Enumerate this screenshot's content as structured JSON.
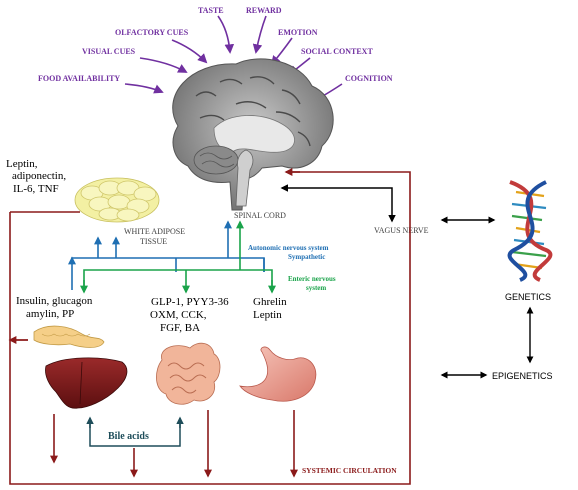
{
  "cues": {
    "taste": "TASTE",
    "reward": "REWARD",
    "olfactory": "OLFACTORY CUES",
    "emotion": "EMOTION",
    "visual": "VISUAL CUES",
    "social": "SOCIAL CONTEXT",
    "food": "FOOD AVAILABILITY",
    "cognition": "COGNITION"
  },
  "labels": {
    "spinal_cord": "SPINAL CORD",
    "vagus_nerve": "VAGUS NERVE",
    "white_adipose_1": "WHITE ADIPOSE",
    "white_adipose_2": "TISSUE",
    "adipokines_1": "Leptin,",
    "adipokines_2": "adiponectin,",
    "adipokines_3": "IL-6, TNF",
    "autonomic_1": "Autonomic nervous system",
    "autonomic_2": "Sympathetic",
    "enteric_1": "Enteric nervous",
    "enteric_2": "system",
    "pancreas_1": "Insulin, glucagon",
    "pancreas_2": "amylin, PP",
    "gut_1": "GLP-1, PYY3-36",
    "gut_2": "OXM, CCK,",
    "gut_3": "FGF, BA",
    "stomach_1": "Ghrelin",
    "stomach_2": "Leptin",
    "bile_acids": "Bile acids",
    "systemic": "SYSTEMIC CIRCULATION",
    "genetics": "GENETICS",
    "epigenetics": "EPIGENETICS"
  },
  "colors": {
    "cue_purple": "#7030a0",
    "blue_arrow": "#1f6fb3",
    "green_arrow": "#1aa34a",
    "circulation_red": "#8b1a1a",
    "bile_teal": "#1e4d5a"
  }
}
